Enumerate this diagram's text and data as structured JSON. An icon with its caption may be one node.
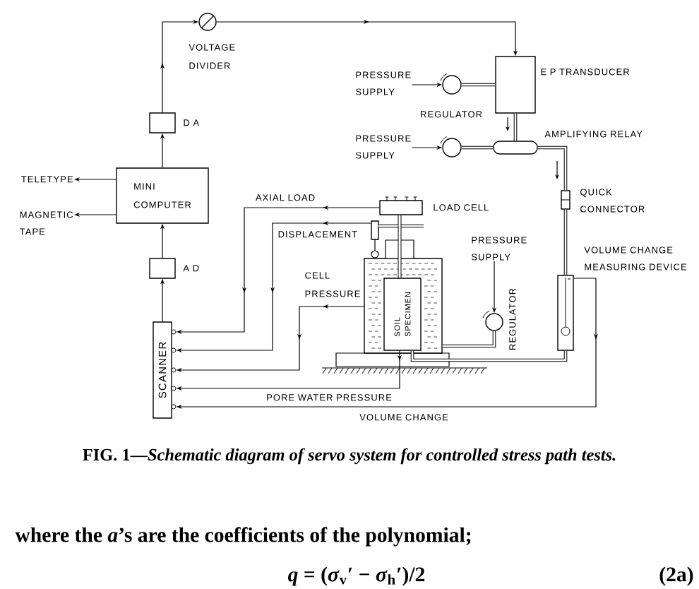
{
  "diagram": {
    "caption": "FIG. 1—*Schematic diagram of servo system for controlled stress path tests.*",
    "nodes": [
      {
        "text": [],
        "shape": "circle",
        "beside": [
          "VOLTAGE DIVIDER"
        ]
      },
      {
        "text": [],
        "shape": "box",
        "beside": [
          "E P TRANSDUCER"
        ]
      },
      {
        "text": [
          "PRESSURE SUPPLY"
        ]
      },
      {
        "text": [],
        "shape": "circle",
        "beside": [
          "REGULATOR"
        ]
      },
      {
        "text": [],
        "shape": "box",
        "beside": [
          "D A"
        ]
      },
      {
        "text": [
          "PRESSURE SUPPLY"
        ]
      },
      {
        "text": [],
        "shape": "circle"
      },
      {
        "text": [],
        "shape": "ellipse",
        "beside": [
          "AMPLIFYING RELAY"
        ]
      },
      {
        "text": [
          "TELETYPE"
        ]
      },
      {
        "text": [
          "MINI COMPUTER"
        ]
      },
      {
        "text": [
          "MAGNETIC TAPE"
        ]
      },
      {
        "text": [],
        "shape": "box",
        "beside": [
          "QUICK CONNECTOR"
        ]
      },
      {
        "text": [],
        "shape": "box",
        "beside": [
          "LOAD CELL"
        ]
      },
      {
        "text": [],
        "shape": "box"
      },
      {
        "text": [
          "PRESSURE SUPPLY"
        ]
      },
      {
        "text": [],
        "shape": "box",
        "beside": [
          "A D"
        ]
      },
      {
        "text": [],
        "shape": "box"
      },
      {
        "text": [
          "SOIL SPECIMEN"
        ],
        "in": 16
      },
      {
        "text": [],
        "shape": "box",
        "beside": [
          "VOLUME CHANGE MEASURING DEVICE"
        ]
      },
      {
        "text": [],
        "shape": "circle",
        "beside": [
          "REGULATOR"
        ]
      },
      {
        "text": [
          "SCANNER"
        ]
      }
    ],
    "edges": [
      {
        "from": 9,
        "to": 4,
        "arrow": "to"
      },
      {
        "from": 4,
        "to": 0,
        "arrow": "to"
      },
      {
        "from": 0,
        "to": 1,
        "arrow": "to"
      },
      {
        "from": 9,
        "to": 8,
        "arrow": "to"
      },
      {
        "from": 9,
        "to": 10,
        "arrow": "to"
      },
      {
        "from": 15,
        "to": 9,
        "arrow": "to"
      },
      {
        "from": 20,
        "to": 15,
        "arrow": "to"
      },
      {
        "from": 2,
        "to": 3,
        "arrow": "to"
      },
      {
        "from": 3,
        "to": 1,
        "arrow": "none",
        "style": "thick"
      },
      {
        "from": 5,
        "to": 6,
        "arrow": "to"
      },
      {
        "from": 6,
        "to": 7,
        "arrow": "none",
        "style": "thick"
      },
      {
        "from": 1,
        "to": 7,
        "arrow": "none",
        "style": "thick"
      },
      {
        "from": 7,
        "to": 11,
        "arrow": "none",
        "style": "thick"
      },
      {
        "from": 11,
        "to": 18,
        "arrow": "none",
        "style": "thick"
      },
      {
        "from": 18,
        "to": 17,
        "arrow": "none",
        "style": "thick"
      },
      {
        "from": 14,
        "to": 19,
        "arrow": "to"
      },
      {
        "from": 19,
        "to": 16,
        "arrow": "none",
        "style": "thick"
      },
      {
        "from": 12,
        "to": 20,
        "arrow": "to",
        "label": "AXIAL LOAD"
      },
      {
        "from": 13,
        "to": 20,
        "arrow": "to",
        "label": "DISPLACEMENT"
      },
      {
        "from": 16,
        "to": 20,
        "arrow": "to",
        "label": "CELL PRESSURE"
      },
      {
        "from": 17,
        "to": 20,
        "arrow": "to",
        "label": "PORE WATER PRESSURE"
      },
      {
        "from": 18,
        "to": 20,
        "arrow": "to",
        "label": "VOLUME CHANGE"
      }
    ],
    "labels": [
      "where the *a*’s are the coefficients of the polynomial;",
      "*q* = (*σ*$_{v}$′ − *σ*$_{h}$′)/2",
      "(2a)"
    ]
  }
}
